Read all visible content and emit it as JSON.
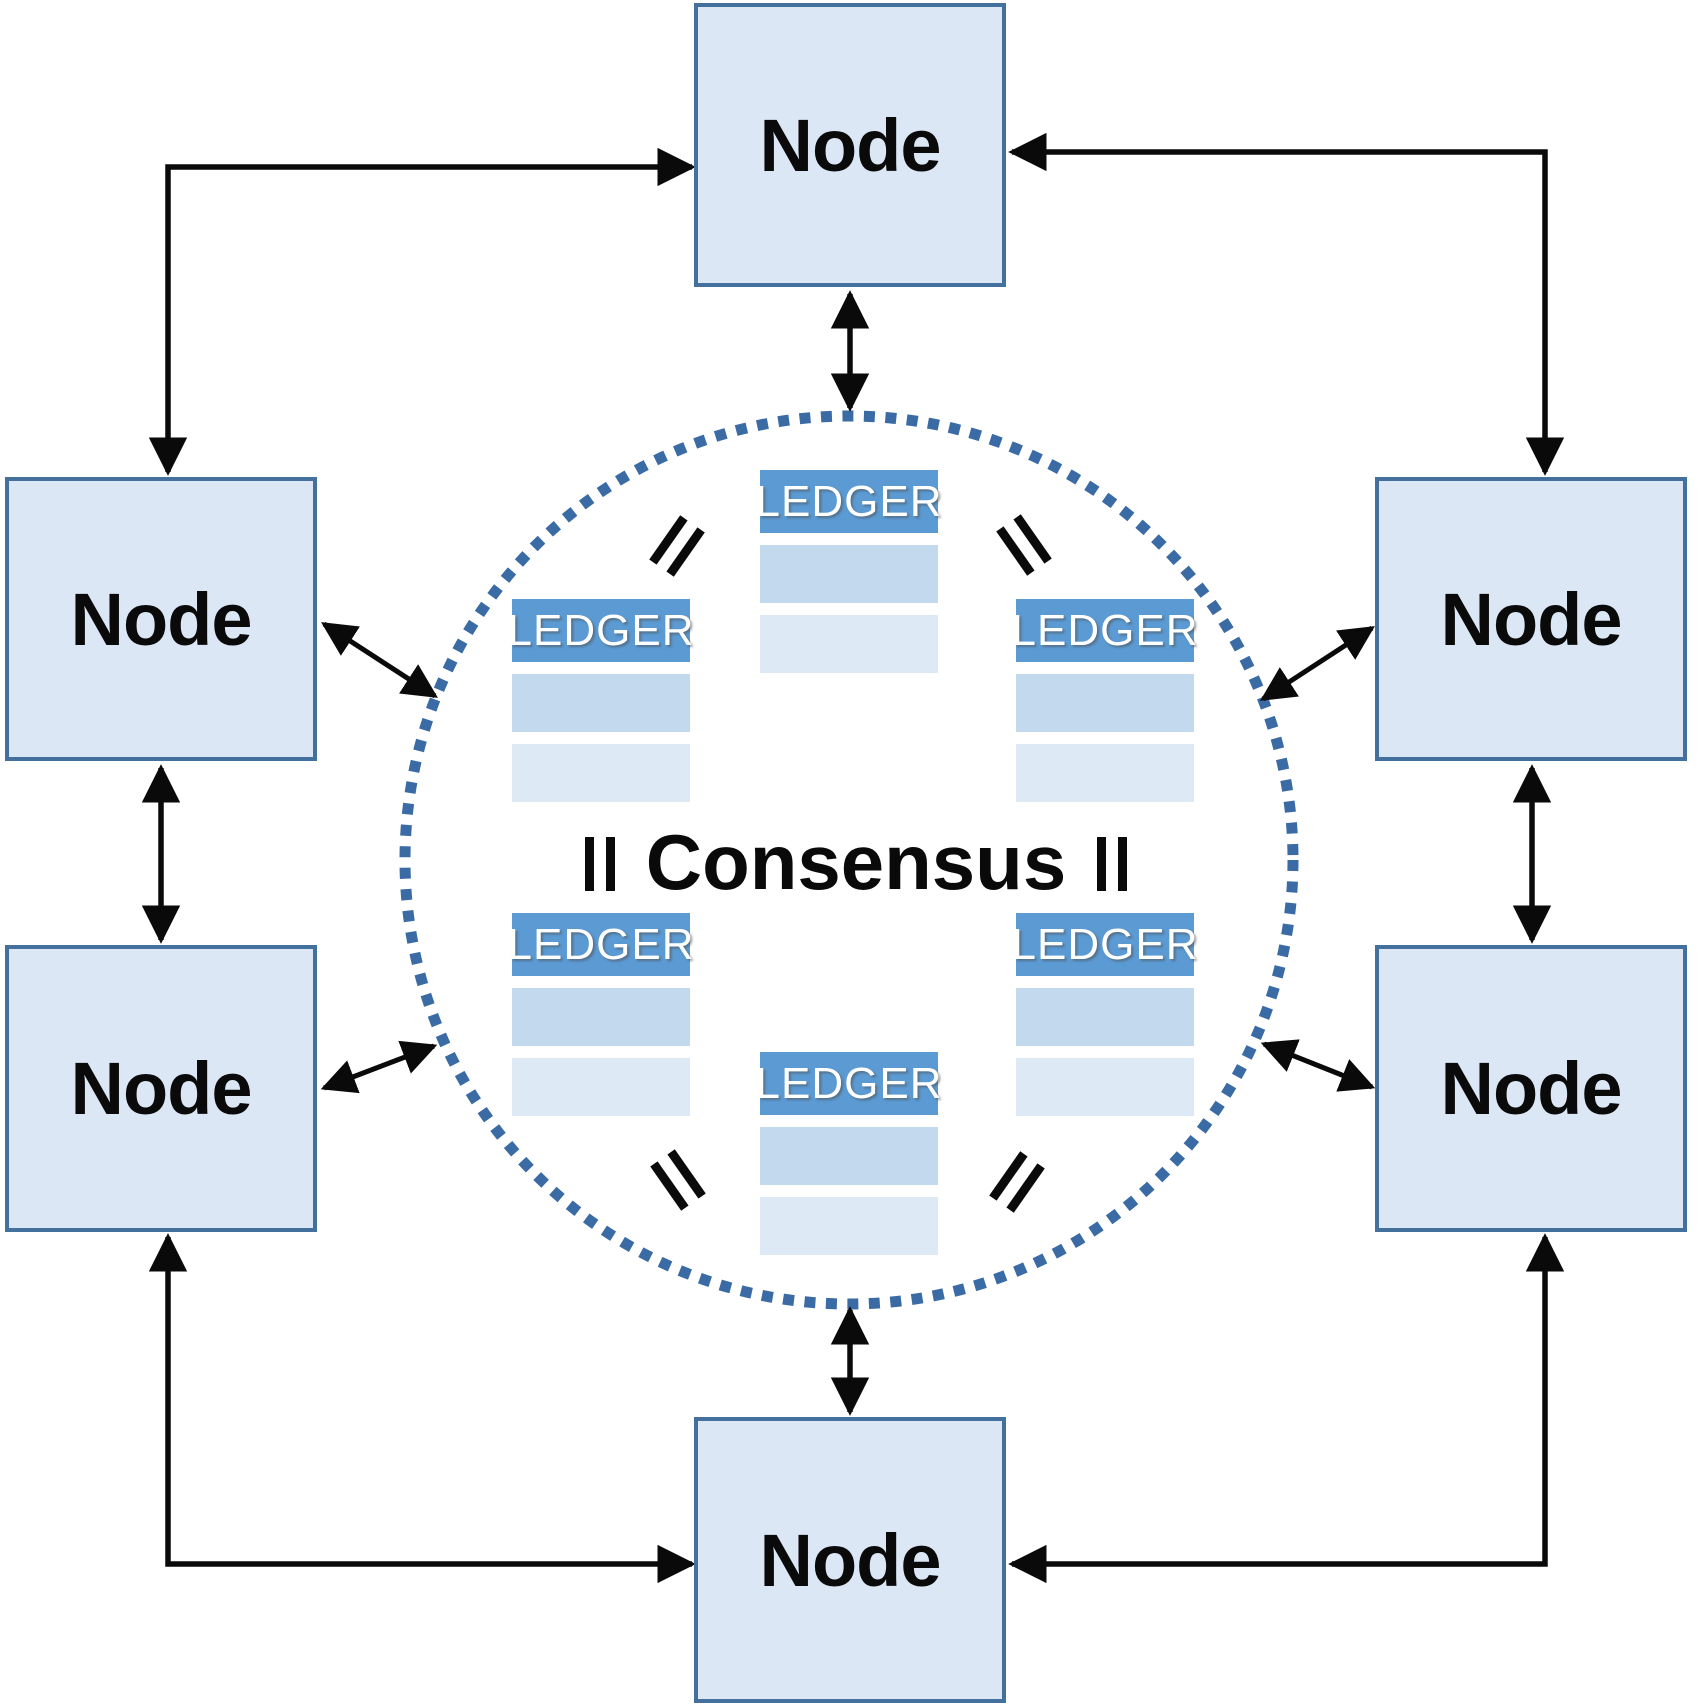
{
  "diagram": {
    "type": "blockchain-consensus-network",
    "consensus_label": "Consensus",
    "nodes": [
      {
        "id": "top",
        "label": "Node"
      },
      {
        "id": "upper-left",
        "label": "Node"
      },
      {
        "id": "upper-right",
        "label": "Node"
      },
      {
        "id": "lower-left",
        "label": "Node"
      },
      {
        "id": "lower-right",
        "label": "Node"
      },
      {
        "id": "bottom",
        "label": "Node"
      }
    ],
    "ledgers": [
      {
        "id": "top-center",
        "header": "LEDGER",
        "row_count": 2
      },
      {
        "id": "upper-left",
        "header": "LEDGER",
        "row_count": 2
      },
      {
        "id": "upper-right",
        "header": "LEDGER",
        "row_count": 2
      },
      {
        "id": "lower-left",
        "header": "LEDGER",
        "row_count": 2
      },
      {
        "id": "lower-right",
        "header": "LEDGER",
        "row_count": 2
      },
      {
        "id": "bottom-center",
        "header": "LEDGER",
        "row_count": 2
      }
    ],
    "equals_marks": {
      "count": 6,
      "meaning": "ledgers are equal",
      "icon": "equals-icon"
    },
    "connections": {
      "icon": "double-headed-arrow-icon",
      "node_to_circle_links": 6,
      "node_to_node_links": 6
    },
    "colors": {
      "node_fill": "#dbe7f5",
      "node_border": "#44709e",
      "ledger_header": "#5b9ad3",
      "ledger_row_medium": "#c3d9ee",
      "ledger_row_light": "#dde9f5",
      "circle_dots": "#3a6ba5",
      "arrow": "#0a0a0a",
      "text": "#0a0a0a",
      "ledger_text": "#ffffff"
    }
  }
}
